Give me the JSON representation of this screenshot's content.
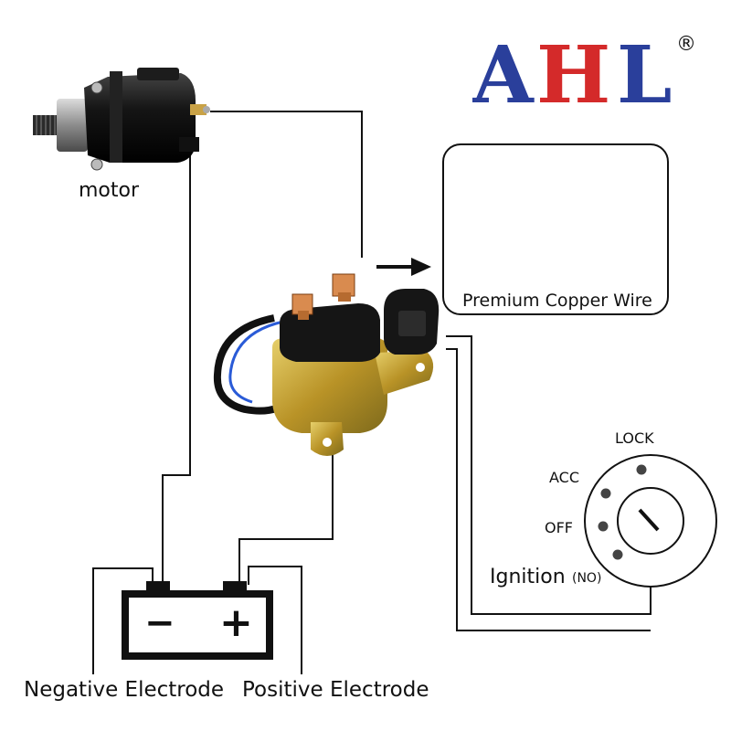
{
  "brand": {
    "logo_text": "AHL",
    "registered_mark": "®",
    "colors": {
      "blue": "#2a3f9b",
      "red": "#d42a2a"
    }
  },
  "labels": {
    "motor": "motor",
    "copper_wire": "Premium Copper Wire",
    "lock": "LOCK",
    "acc": "ACC",
    "off": "OFF",
    "ignition": "Ignition",
    "ignition_note": "(NO)",
    "negative": "Negative Electrode",
    "positive": "Positive Electrode"
  },
  "battery": {
    "minus_symbol": "−",
    "plus_symbol": "+"
  },
  "colors": {
    "wire": "#111111",
    "solenoid_body": "#c9a93a",
    "copper": "#c5651f",
    "terminal": "#d98b4f"
  }
}
